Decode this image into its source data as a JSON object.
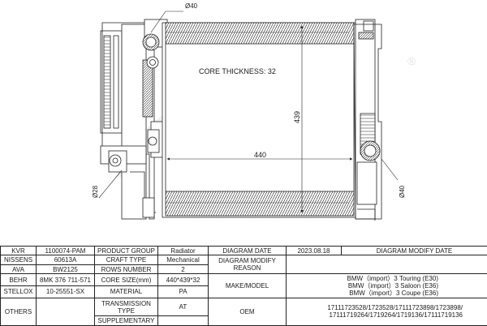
{
  "diagram": {
    "watermark": "KVR",
    "watermark_mark": "®",
    "core_thickness": "CORE THICKNESS: 32",
    "dim_width": "440",
    "dim_height": "439",
    "dim_inlet_top": "Ø40",
    "dim_outlet": "Ø40",
    "dim_small_pipe": "Ø28"
  },
  "table": {
    "kvr_label": "KVR",
    "kvr_value": "1100074-PAM",
    "product_group_label": "PRODUCT GROUP",
    "product_group_value": "Radiator",
    "diagram_date_label": "DIAGRAM DATE",
    "diagram_date_value": "2023.08.18",
    "diagram_modify_date_label": "DIAGRAM MODIFY DATE",
    "diagram_modify_date_value": "",
    "nissens_label": "NISSENS",
    "nissens_value": "60613A",
    "craft_type_label": "CRAFT TYPE",
    "craft_type_value": "Mechanical",
    "modify_reason_label": "DIAGRAM MODIFY REASON",
    "modify_reason_value": "",
    "ava_label": "AVA",
    "ava_value": "BW2125",
    "rows_number_label": "ROWS NUMBER",
    "rows_number_value": "2",
    "behr_label": "BEHR",
    "behr_value": "8MK 376 711-571",
    "core_size_label": "CORE SIZE(mm)",
    "core_size_value": "440*439*32",
    "make_model_label": "MAKE/MODEL",
    "make_model_1": "BMW（import）3 Touring (E30)",
    "make_model_2": "BMW（import）3 Saloon (E36)",
    "make_model_3": "BMW（import）3 Coupe (E36)",
    "stellox_label": "STELLOX",
    "stellox_value": "10-25551-SX",
    "material_label": "MATERIAL",
    "material_value": "PA",
    "others_label": "OTHERS",
    "others_value": "",
    "transmission_label": "TRANSMISSION TYPE",
    "transmission_value": "AT",
    "oem_label": "OEM",
    "oem_line_1": "17111723528/1723528/17111723898/1723898/",
    "oem_line_2": "17111719264/1719264/1719136/17111719136",
    "supplementary_label": "SUPPLEMENTARY",
    "supplementary_value": ""
  }
}
